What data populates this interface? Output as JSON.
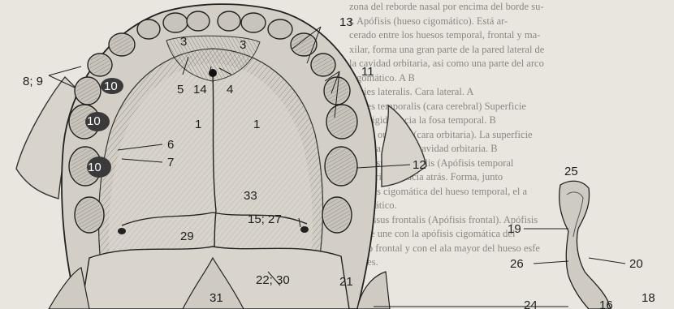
{
  "labels": {
    "l13": "13",
    "l3a": "3",
    "l3b": "3",
    "l11": "11",
    "l89": "8; 9",
    "l10a": "10",
    "l10b": "10",
    "l10c": "10",
    "l5": "5",
    "l14": "14",
    "l4": "4",
    "l1a": "1",
    "l1b": "1",
    "l6": "6",
    "l7": "7",
    "l12": "12",
    "l25": "25",
    "l33": "33",
    "l1527": "15; 27",
    "l19": "19",
    "l29": "29",
    "l26": "26",
    "l20": "20",
    "l2230": "22; 30",
    "l21": "21",
    "l31": "31",
    "l24": "24",
    "l16": "16",
    "l18": "18"
  },
  "background_text": {
    "lines": [
      "zona del reborde nasal por encima del borde su-",
      "r. Apófisis (hueso cigomático). Está ar-",
      "cerado entre los huesos temporal, frontal y ma-",
      "xilar, forma una gran parte de la pared lateral de",
      "la cavidad orbitaria, asi como una parte del arco",
      "cigomático. A B",
      "Facies lateralis. Cara lateral. A",
      "Facies temporalis (cara cerebral) Superficie",
      "ce dirigida hacia la fosa temporal. B",
      "Facies orbitalis (cara orbitaria). La superficie",
      "dirigida hacia la cavidad orbitaria. B",
      "Processus temporalis (Apófisis temporal",
      "finc dirigido hacia atrás. Forma, junto",
      "apófisis cigomática del hueso temporal, el a",
      "cigomático.",
      "Processus frontalis (Apófisis frontal). Apófisis",
      "que se une con la apófisis cigomática del",
      "hueso frontal y con el ala mayor del hueso esfe",
      "noides."
    ]
  }
}
